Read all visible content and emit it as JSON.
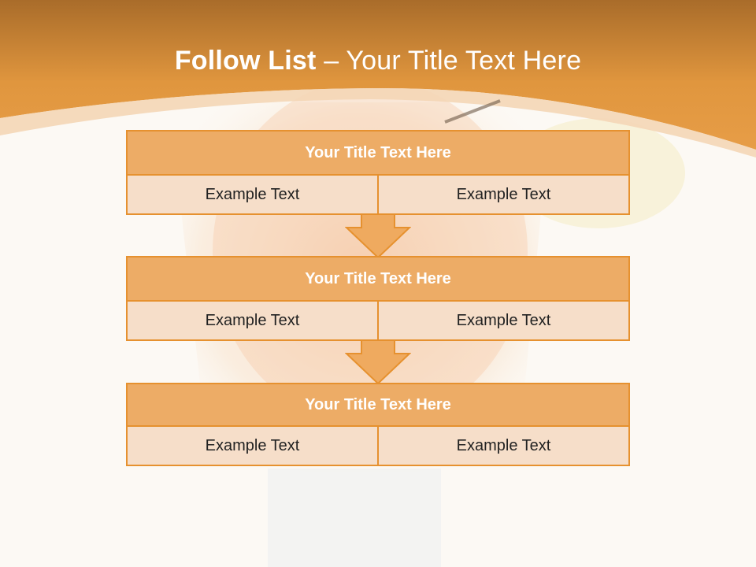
{
  "slide": {
    "title_bold": "Follow List",
    "title_rest": " – Your Title Text Here"
  },
  "colors": {
    "header_orange": "#e29a45",
    "block_title_fill": "#edac66",
    "block_cell_fill": "#f6dec9",
    "border_orange": "#e6912f",
    "arrow_fill": "#efaa5f"
  },
  "blocks": [
    {
      "title": "Your Title Text Here",
      "left": "Example Text",
      "right": "Example Text"
    },
    {
      "title": "Your Title Text Here",
      "left": "Example Text",
      "right": "Example Text"
    },
    {
      "title": "Your Title Text Here",
      "left": "Example Text",
      "right": "Example Text"
    }
  ],
  "connectors": [
    "down-arrow-icon",
    "down-arrow-icon"
  ]
}
